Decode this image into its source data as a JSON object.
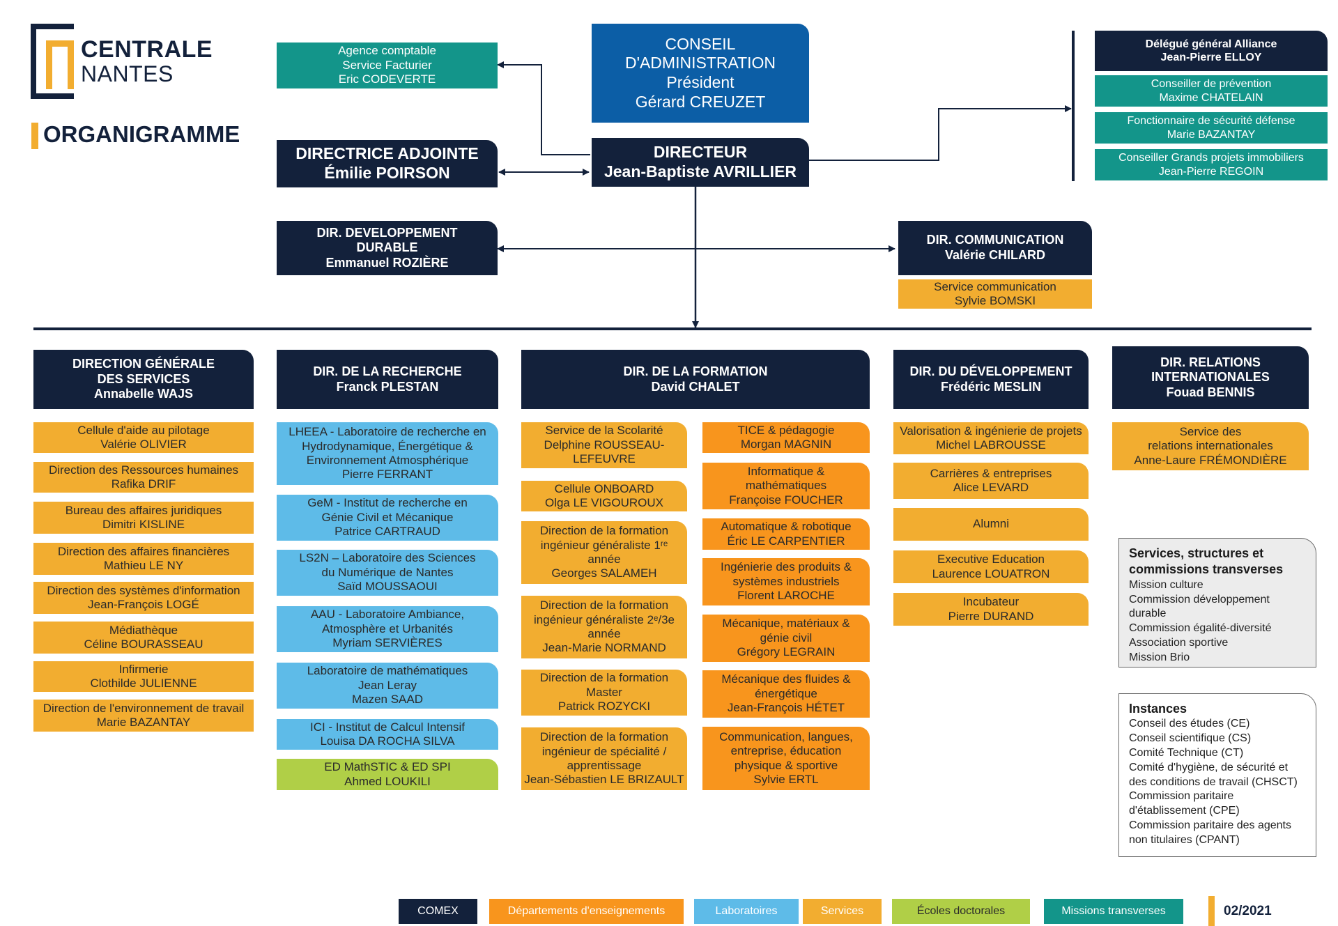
{
  "logo": {
    "line1": "CENTRALE",
    "line2": "NANTES"
  },
  "title": "ORGANIGRAMME",
  "agence": [
    "Agence comptable",
    "Service Facturier",
    "Eric CODEVERTE"
  ],
  "conseil": [
    "CONSEIL",
    "D'ADMINISTRATION",
    "Président",
    "Gérard CREUZET"
  ],
  "directrice": [
    "DIRECTRICE ADJOINTE",
    "Émilie POIRSON"
  ],
  "directeur": [
    "DIRECTEUR",
    "Jean-Baptiste AVRILLIER"
  ],
  "dev_durable": [
    "DIR. DEVELOPPEMENT",
    "DURABLE",
    "Emmanuel ROZIÈRE"
  ],
  "communication": [
    "DIR. COMMUNICATION",
    "Valérie CHILARD"
  ],
  "service_com": [
    "Service communication",
    "Sylvie BOMSKI"
  ],
  "right_top": [
    "Délégué général Alliance",
    "Jean-Pierre ELLOY"
  ],
  "right_teal": [
    [
      "Conseiller de prévention",
      "Maxime CHATELAIN"
    ],
    [
      "Fonctionnaire de sécurité défense",
      "Marie BAZANTAY"
    ],
    [
      "Conseiller Grands projets immobiliers",
      "Jean-Pierre REGOIN"
    ]
  ],
  "col_dgs": {
    "header": [
      "DIRECTION GÉNÉRALE",
      "DES SERVICES",
      "Annabelle WAJS"
    ],
    "items": [
      [
        "Cellule d'aide au pilotage",
        "Valérie OLIVIER"
      ],
      [
        "Direction des Ressources humaines",
        "Rafika DRIF"
      ],
      [
        "Bureau des affaires juridiques",
        "Dimitri KISLINE"
      ],
      [
        "Direction des affaires financières",
        "Mathieu LE NY"
      ],
      [
        "Direction des systèmes d'information",
        "Jean-François LOGÉ"
      ],
      [
        "Médiathèque",
        "Céline BOURASSEAU"
      ],
      [
        "Infirmerie",
        "Clothilde JULIENNE"
      ],
      [
        "Direction de l'environnement de travail",
        "Marie BAZANTAY"
      ]
    ]
  },
  "col_recherche": {
    "header": [
      "DIR. DE LA RECHERCHE",
      "Franck PLESTAN"
    ],
    "items": [
      [
        "LHEEA - Laboratoire de recherche en",
        "Hydrodynamique, Énergétique &",
        "Environnement Atmosphérique",
        "Pierre FERRANT"
      ],
      [
        "GeM - Institut de recherche en",
        "Génie Civil et Mécanique",
        "Patrice CARTRAUD"
      ],
      [
        "LS2N – Laboratoire des Sciences",
        "du Numérique de Nantes",
        "Saïd MOUSSAOUI"
      ],
      [
        "AAU - Laboratoire Ambiance,",
        "Atmosphère et Urbanités",
        "Myriam SERVIÈRES"
      ],
      [
        "Laboratoire de mathématiques",
        "Jean Leray",
        "Mazen SAAD"
      ],
      [
        "ICI - Institut de Calcul Intensif",
        "Louisa DA ROCHA SILVA"
      ]
    ],
    "ed": [
      "ED MathSTIC & ED SPI",
      "Ahmed LOUKILI"
    ]
  },
  "col_formation": {
    "header": [
      "DIR. DE LA FORMATION",
      "David CHALET"
    ],
    "left": [
      [
        "Service de la Scolarité",
        "Delphine ROUSSEAU-",
        "LEFEUVRE"
      ],
      [
        "Cellule ONBOARD",
        "Olga LE VIGOUROUX"
      ],
      [
        "Direction de la formation",
        "ingénieur généraliste 1ʳᵉ",
        "année",
        "Georges SALAMEH"
      ],
      [
        "Direction de la formation",
        "ingénieur généraliste 2ᵉ/3e",
        "année",
        "Jean-Marie NORMAND"
      ],
      [
        "Direction de la formation",
        "Master",
        "Patrick ROZYCKI"
      ],
      [
        "Direction de la formation",
        "ingénieur de spécialité /",
        "apprentissage",
        "Jean-Sébastien LE BRIZAULT"
      ]
    ],
    "right": [
      [
        "TICE & pédagogie",
        "Morgan MAGNIN"
      ],
      [
        "Informatique &",
        "mathématiques",
        "Françoise FOUCHER"
      ],
      [
        "Automatique & robotique",
        "Éric LE CARPENTIER"
      ],
      [
        "Ingénierie des produits &",
        "systèmes industriels",
        "Florent LAROCHE"
      ],
      [
        "Mécanique, matériaux &",
        "génie civil",
        "Grégory LEGRAIN"
      ],
      [
        "Mécanique des fluides &",
        "énergétique",
        "Jean-François HÉTET"
      ],
      [
        "Communication, langues,",
        "entreprise, éducation",
        "physique & sportive",
        "Sylvie ERTL"
      ]
    ]
  },
  "col_developpement": {
    "header": [
      "DIR. DU DÉVELOPPEMENT",
      "Frédéric MESLIN"
    ],
    "items": [
      [
        "Valorisation & ingénierie de projets",
        "Michel LABROUSSE"
      ],
      [
        "Carrières & entreprises",
        "Alice LEVARD"
      ],
      [
        "Alumni"
      ],
      [
        "Executive Education",
        "Laurence LOUATRON"
      ],
      [
        "Incubateur",
        "Pierre DURAND"
      ]
    ]
  },
  "col_international": {
    "header": [
      "DIR. RELATIONS",
      "INTERNATIONALES",
      "Fouad BENNIS"
    ],
    "items": [
      [
        "Service des",
        "relations internationales",
        "Anne-Laure FRÉMONDIÈRE"
      ]
    ]
  },
  "panel_services": {
    "title": [
      "Services, structures et",
      "commissions transverses"
    ],
    "items": [
      "Mission culture",
      "Commission développement",
      "durable",
      "Commission égalité-diversité",
      "Association sportive",
      "Mission Brio"
    ]
  },
  "panel_instances": {
    "title": [
      "Instances"
    ],
    "items": [
      "Conseil des études (CE)",
      "Conseil scientifique (CS)",
      "Comité Technique (CT)",
      "Comité d'hygiène, de sécurité et",
      "des conditions de travail (CHSCT)",
      "Commission paritaire",
      "d'établissement (CPE)",
      "Commission paritaire des agents",
      "non titulaires (CPANT)"
    ]
  },
  "legend": [
    "COMEX",
    "Départements d'enseignements",
    "Laboratoires",
    "Services",
    "Écoles doctorales",
    "Missions transverses"
  ],
  "colors": {
    "navy": "#13213b",
    "teal": "#13958a",
    "services": "#f2ad30",
    "departements": "#f8951d",
    "laboratoires": "#5ebbe8",
    "ecoles": "#b0cf47",
    "conseil": "#0c5ea6"
  },
  "date": "02/2021"
}
